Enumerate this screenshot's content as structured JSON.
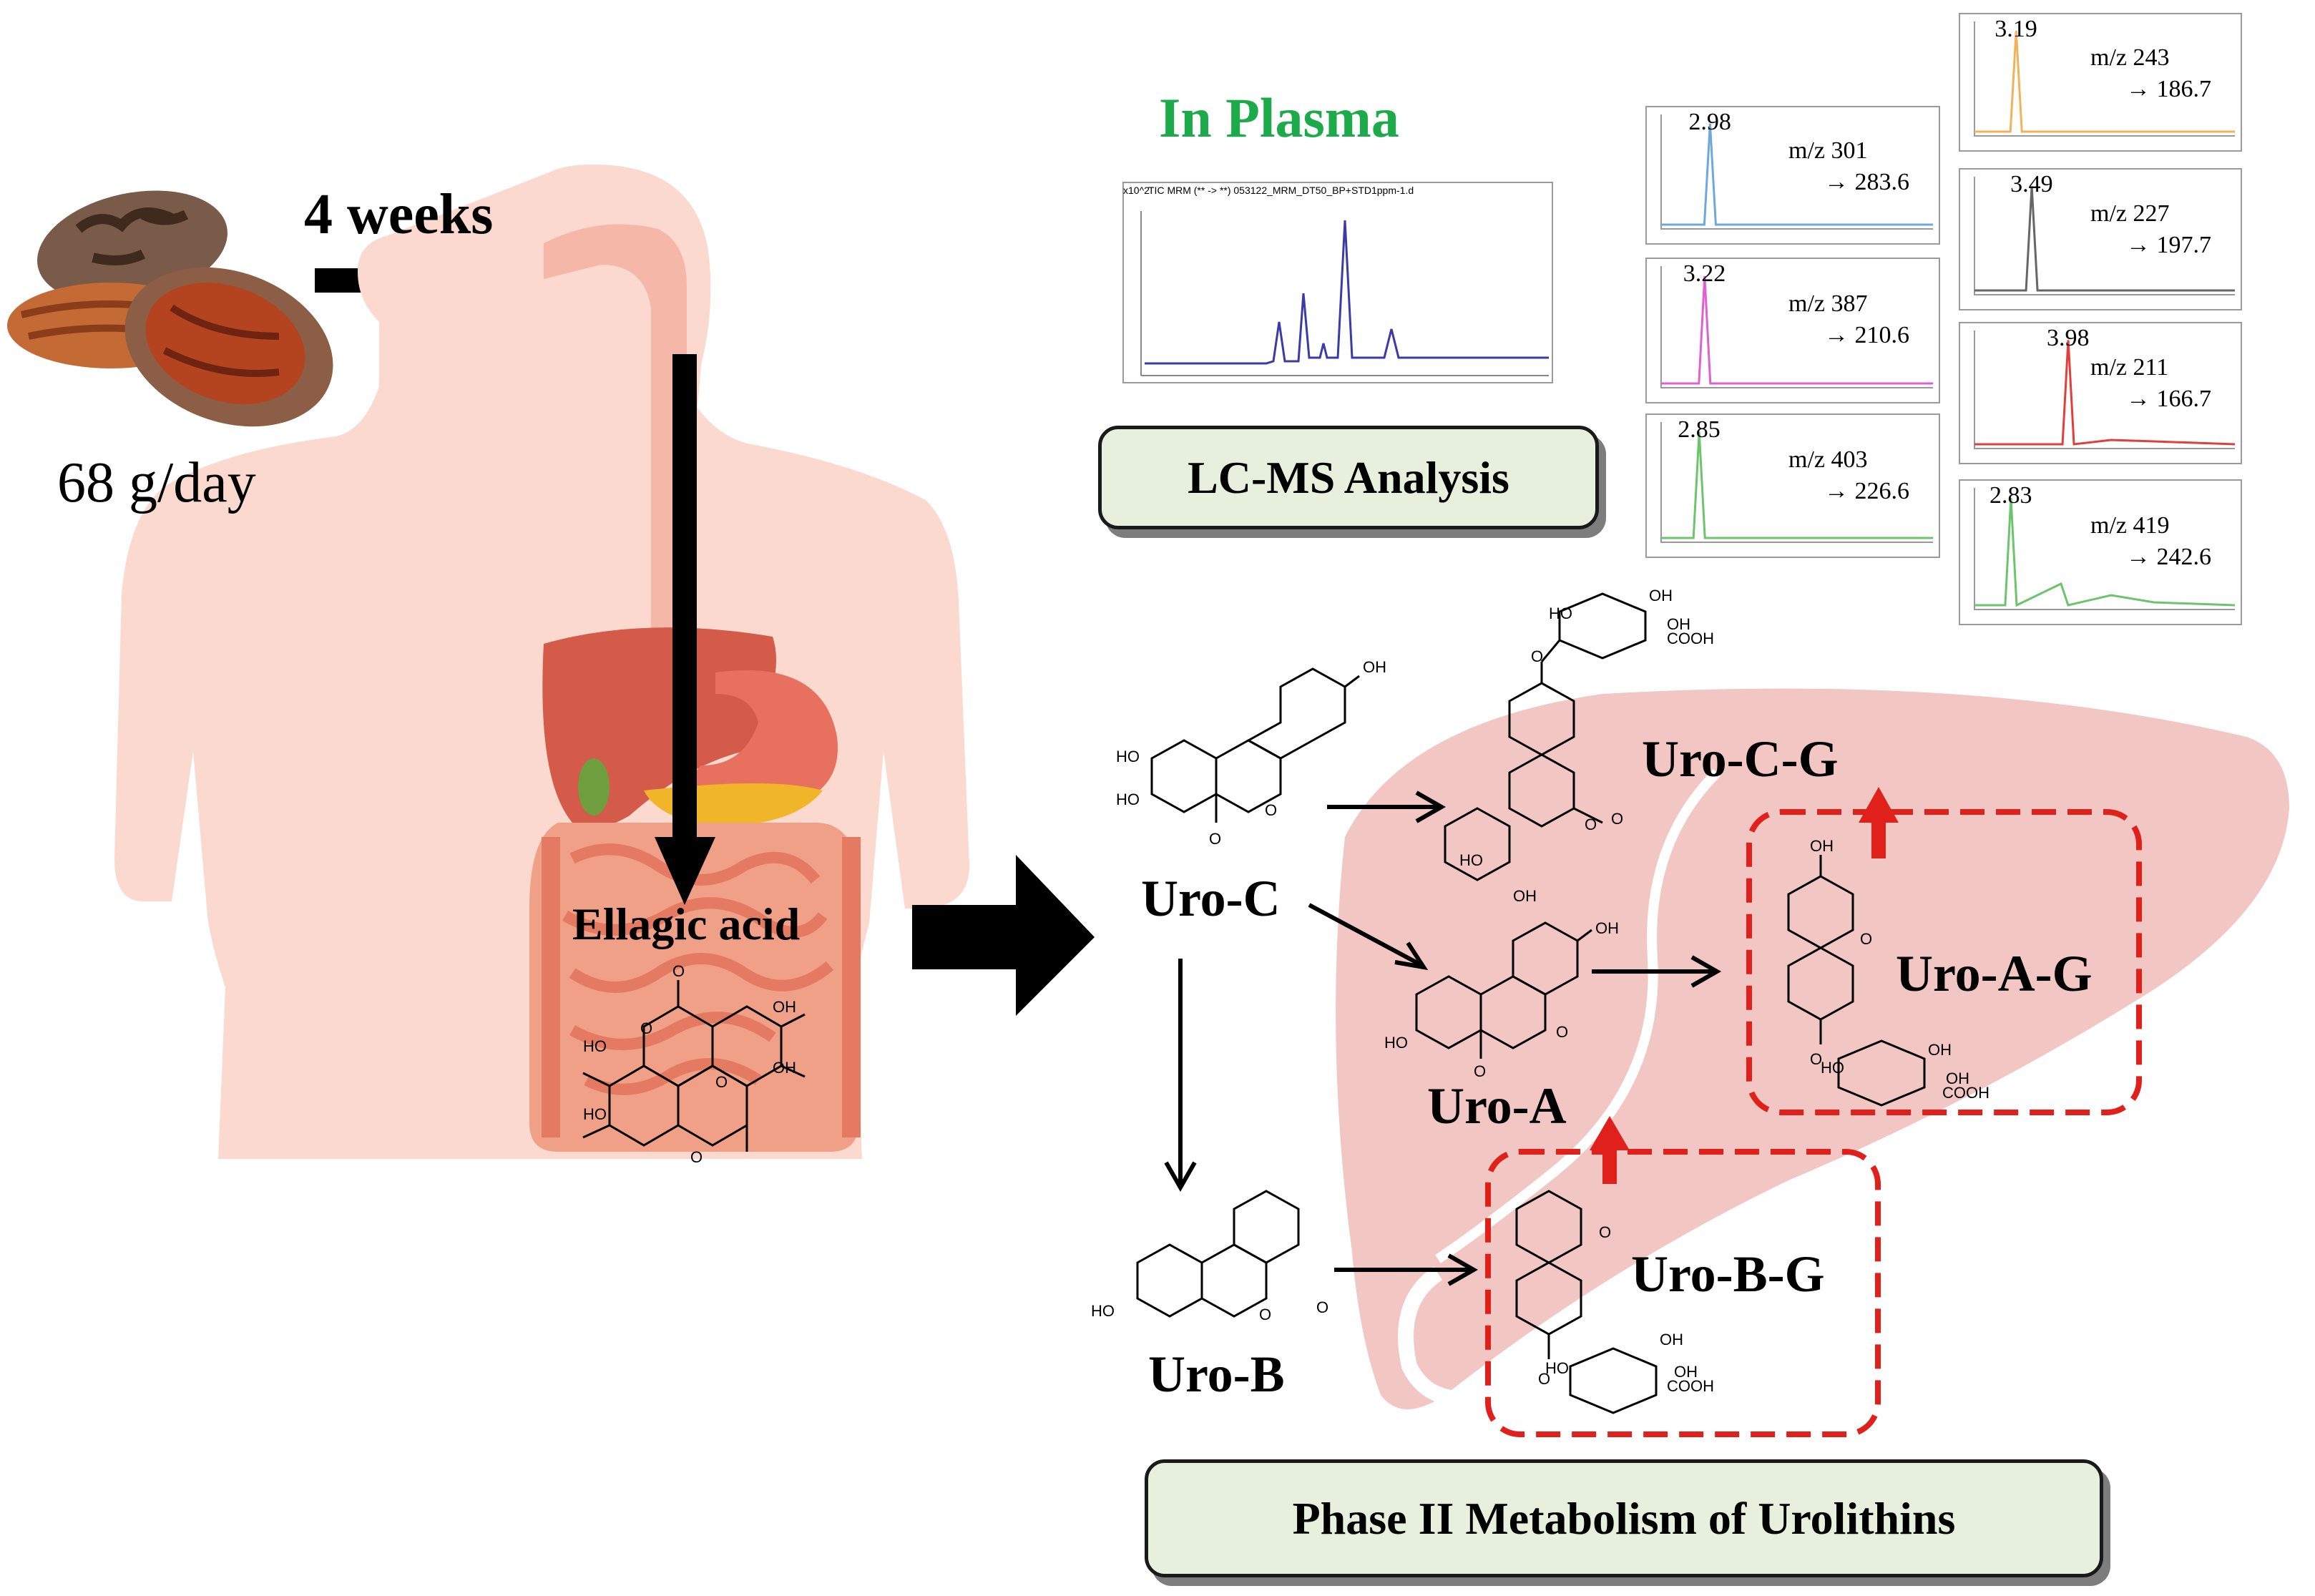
{
  "intake": {
    "duration": "4 weeks",
    "dose": "68 g/day"
  },
  "gut": {
    "label": "Ellagic acid"
  },
  "plasma": {
    "title": "In Plasma",
    "title_color": "#1daa4a",
    "tic_header": "TIC MRM (** -> **) 053122_MRM_DT50_BP+STD1ppm-1.d",
    "y_exp": "x10^2"
  },
  "lcms_box": "LC-MS Analysis",
  "phase2_box": "Phase II Metabolism of Urolithins",
  "compounds": {
    "uro_c": "Uro-C",
    "uro_a": "Uro-A",
    "uro_b": "Uro-B",
    "uro_c_g": "Uro-C-G",
    "uro_a_g": "Uro-A-G",
    "uro_b_g": "Uro-B-G"
  },
  "atoms": {
    "oh": "OH",
    "ho": "HO",
    "o": "O",
    "cooh": "COOH"
  },
  "chromatograms": [
    {
      "rt": "2.98",
      "mz": "m/z 301",
      "frag": "→ 283.6",
      "color": "#6fa8dc"
    },
    {
      "rt": "3.22",
      "mz": "m/z 387",
      "frag": "→ 210.6",
      "color": "#e060d0"
    },
    {
      "rt": "2.85",
      "mz": "m/z 403",
      "frag": "→ 226.6",
      "color": "#6cc46c"
    },
    {
      "rt": "3.19",
      "mz": "m/z 243",
      "frag": "→ 186.7",
      "color": "#f2b25a"
    },
    {
      "rt": "3.49",
      "mz": "m/z 227",
      "frag": "→ 197.7",
      "color": "#666666"
    },
    {
      "rt": "3.98",
      "mz": "m/z 211",
      "frag": "→ 166.7",
      "color": "#e0403a"
    },
    {
      "rt": "2.83",
      "mz": "m/z 419",
      "frag": "→ 242.6",
      "color": "#6cc46c"
    }
  ],
  "colors": {
    "body": "#fbd9cf",
    "liver": "#f2c6c3",
    "dashed": "#e0201a",
    "box_fill": "#e6f0dc"
  }
}
